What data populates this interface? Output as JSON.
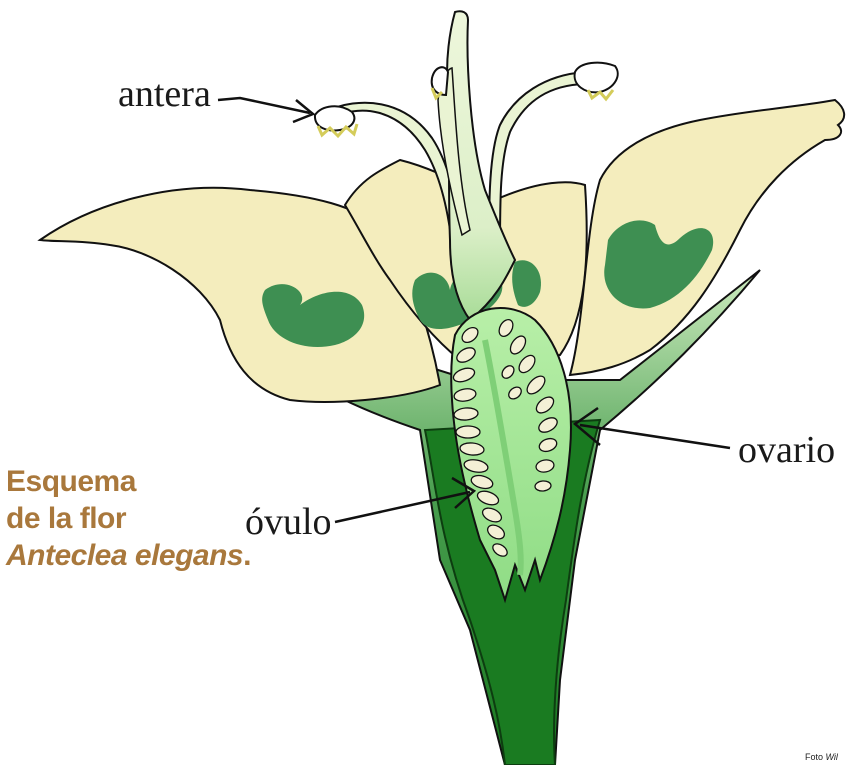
{
  "labels": {
    "antera": "antera",
    "ovario": "ovario",
    "ovulo": "óvulo"
  },
  "caption": {
    "line1": "Esquema",
    "line2": "de la flor",
    "species": "Anteclea elegans",
    "period": "."
  },
  "credit": {
    "prefix": "Foto ",
    "name": "Wil"
  },
  "colors": {
    "caption": "#a9783c",
    "tepal_fill": "#f4edbd",
    "spot_green": "#3e8f52",
    "stem_dark": "#18791f",
    "ovary_fill": "#a6e99a",
    "ovule_fill": "#f4f0d6",
    "filament_light": "#eaf4d3",
    "pollen": "#d4cc5a",
    "outline": "#111111"
  }
}
